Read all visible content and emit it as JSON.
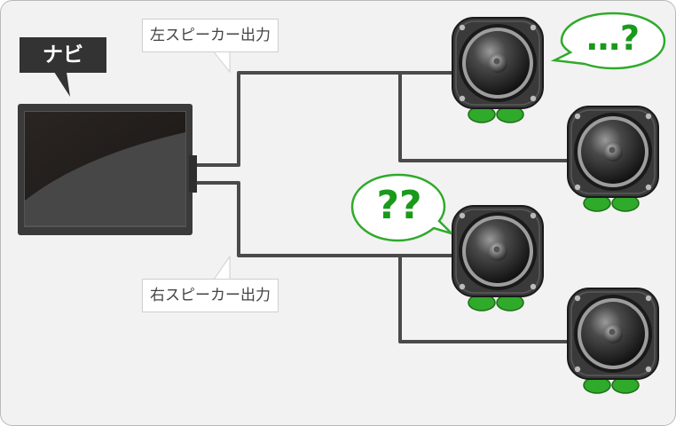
{
  "navi_label": "ナビ",
  "left_output_label": "左スピーカー出力",
  "right_output_label": "右スピーカー出力",
  "speaker_bubble_1": "…?",
  "speaker_bubble_2": "??",
  "colors": {
    "background": "#f2f2f2",
    "wire": "#4a4a4a",
    "speaker_body": "#3a3a3a",
    "speaker_feet": "#2faa2a",
    "bubble_text": "#1a9a1a",
    "label_dark": "#333333"
  },
  "icons": [
    "navi-screen-icon",
    "speaker-icon",
    "speech-bubble-icon"
  ]
}
